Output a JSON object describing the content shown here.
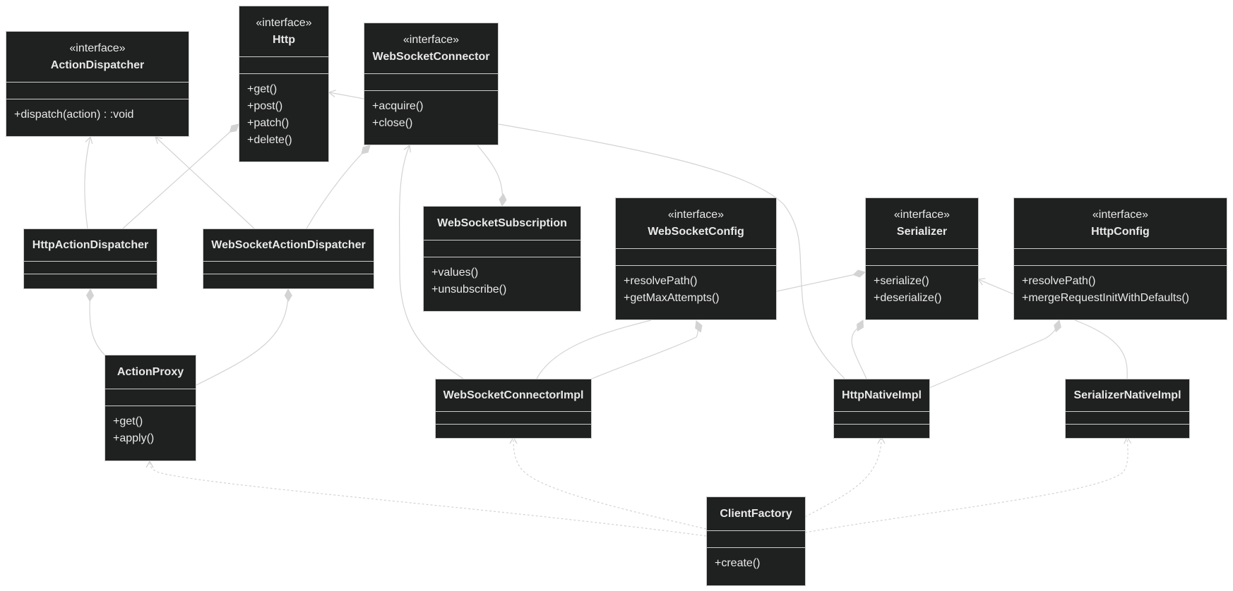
{
  "classes": {
    "action_dispatcher": {
      "stereotype": "«interface»",
      "name": "ActionDispatcher",
      "methods": [
        "+dispatch(action) : :void"
      ]
    },
    "http": {
      "stereotype": "«interface»",
      "name": "Http",
      "methods": [
        "+get()",
        "+post()",
        "+patch()",
        "+delete()"
      ]
    },
    "ws_connector": {
      "stereotype": "«interface»",
      "name": "WebSocketConnector",
      "methods": [
        "+acquire()",
        "+close()"
      ]
    },
    "ws_subscription": {
      "name": "WebSocketSubscription",
      "methods": [
        "+values()",
        "+unsubscribe()"
      ]
    },
    "ws_config": {
      "stereotype": "«interface»",
      "name": "WebSocketConfig",
      "methods": [
        "+resolvePath()",
        "+getMaxAttempts()"
      ]
    },
    "serializer": {
      "stereotype": "«interface»",
      "name": "Serializer",
      "methods": [
        "+serialize()",
        "+deserialize()"
      ]
    },
    "http_config": {
      "stereotype": "«interface»",
      "name": "HttpConfig",
      "methods": [
        "+resolvePath()",
        "+mergeRequestInitWithDefaults()"
      ]
    },
    "http_action_dispatcher": {
      "name": "HttpActionDispatcher"
    },
    "ws_action_dispatcher": {
      "name": "WebSocketActionDispatcher"
    },
    "action_proxy": {
      "name": "ActionProxy",
      "methods": [
        "+get()",
        "+apply()"
      ]
    },
    "ws_connector_impl": {
      "name": "WebSocketConnectorImpl"
    },
    "http_native_impl": {
      "name": "HttpNativeImpl"
    },
    "serializer_native_impl": {
      "name": "SerializerNativeImpl"
    },
    "client_factory": {
      "name": "ClientFactory",
      "methods": [
        "+create()"
      ]
    }
  },
  "colors": {
    "background": "#ffffff",
    "box_fill": "#1f2020",
    "box_border": "#cccccc",
    "text": "#e8e8e8",
    "edge": "#d3d3d3"
  }
}
